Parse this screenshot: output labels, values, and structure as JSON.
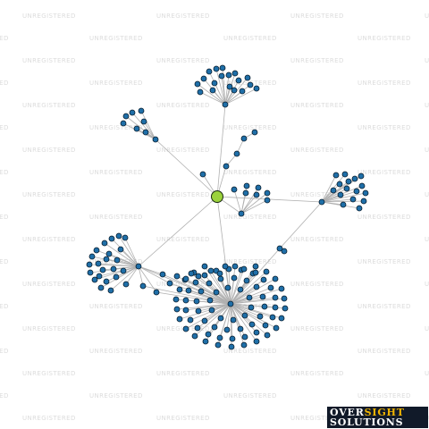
{
  "watermark": {
    "text": "UNREGISTERED"
  },
  "logo": {
    "line1_a": "OVER",
    "line1_b": "SIGHT",
    "line2": "SOLUTIONS"
  },
  "colors": {
    "edge": "#b0b0b0",
    "node": "#1f6fa8",
    "node_stroke": "#0a1e2e",
    "focus": "#9bd23c",
    "watermark": "#dcdcdc",
    "logo_bg": "#111a29",
    "logo_accent": "#f0b400"
  }
}
